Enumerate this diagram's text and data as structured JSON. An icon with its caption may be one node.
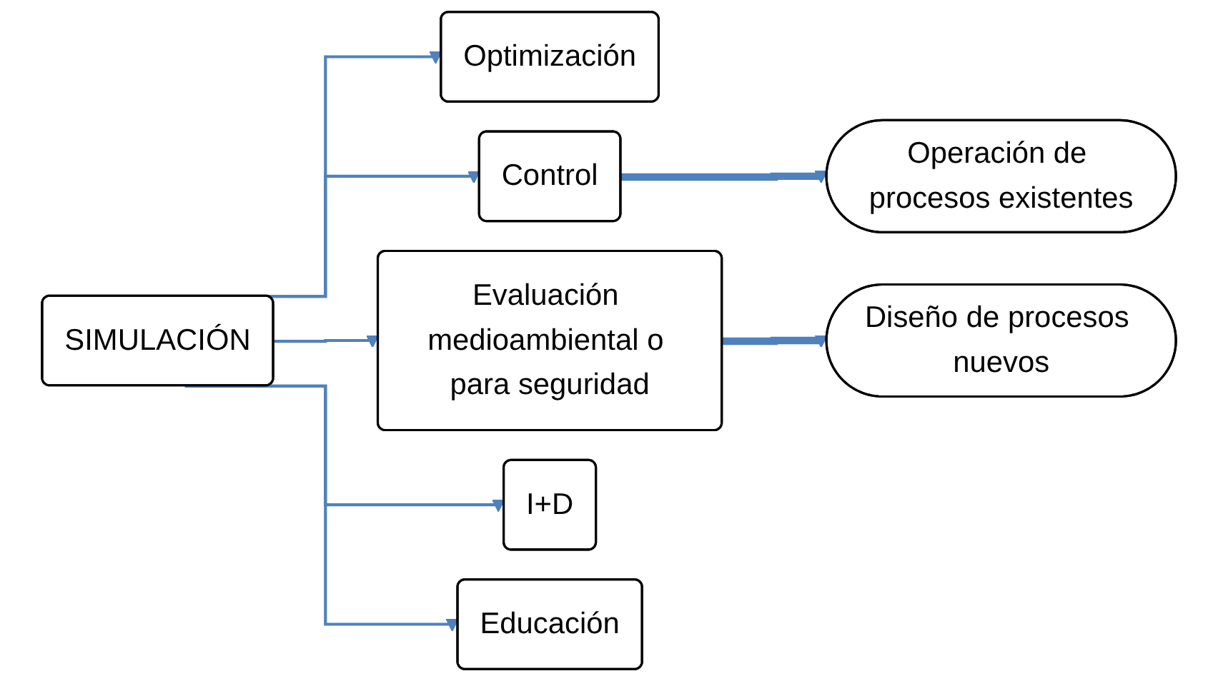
{
  "diagram": {
    "nodes": [
      {
        "text": [
          "SIMULACIÓN"
        ]
      },
      {
        "text": [
          "Optimización"
        ]
      },
      {
        "text": [
          "Control"
        ]
      },
      {
        "text": [
          "Evaluación medioambiental o para seguridad"
        ]
      },
      {
        "text": [
          "I+D"
        ]
      },
      {
        "text": [
          "Educación"
        ]
      },
      {
        "text": [
          "Operación de procesos existentes"
        ]
      },
      {
        "text": [
          "Diseño de procesos nuevos"
        ]
      }
    ],
    "edges": [
      {
        "from": 0,
        "to": 1,
        "arrow": "to"
      },
      {
        "from": 0,
        "to": 2,
        "arrow": "to"
      },
      {
        "from": 0,
        "to": 3,
        "arrow": "to"
      },
      {
        "from": 0,
        "to": 4,
        "arrow": "to"
      },
      {
        "from": 0,
        "to": 5,
        "arrow": "to"
      },
      {
        "from": 2,
        "to": 6,
        "arrow": "to",
        "style": "thick"
      },
      {
        "from": 3,
        "to": 7,
        "arrow": "to",
        "style": "thick"
      }
    ]
  }
}
